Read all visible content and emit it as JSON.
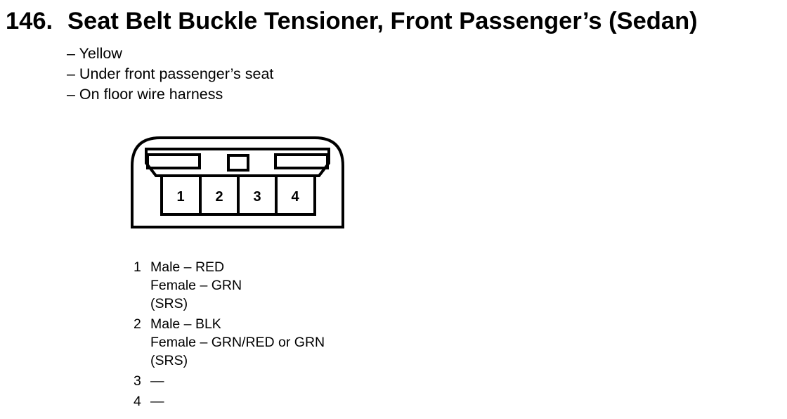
{
  "title": {
    "number": "146.",
    "text": "Seat Belt Buckle Tensioner, Front Passenger’s (Sedan)"
  },
  "notes": [
    "– Yellow",
    "– Under front passenger’s seat",
    "– On floor wire harness"
  ],
  "connector": {
    "pin_labels": [
      "1",
      "2",
      "3",
      "4"
    ]
  },
  "pins": [
    {
      "number": "1",
      "lines": [
        "Male – RED",
        "Female – GRN",
        "(SRS)"
      ]
    },
    {
      "number": "2",
      "lines": [
        "Male – BLK",
        "Female – GRN/RED or GRN",
        "(SRS)"
      ]
    },
    {
      "number": "3",
      "lines": [
        "—"
      ]
    },
    {
      "number": "4",
      "lines": [
        "—"
      ]
    }
  ]
}
